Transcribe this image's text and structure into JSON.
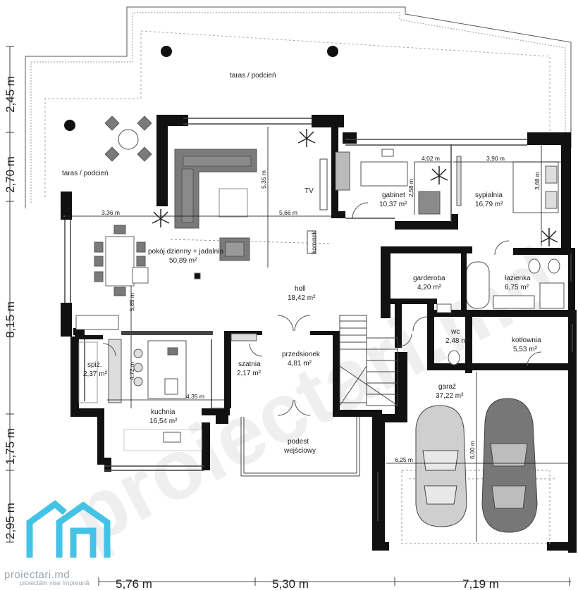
{
  "rooms": {
    "taras_top": {
      "name": "taras / podcień"
    },
    "taras_left": {
      "name": "taras / podcień"
    },
    "pokoj": {
      "name": "pokój dzienny + jadalnia",
      "area": "50,89 m²"
    },
    "gabinet": {
      "name": "gabinet",
      "area": "10,37 m²"
    },
    "sypialnia": {
      "name": "sypialnia",
      "area": "16,79 m²"
    },
    "garderoba": {
      "name": "garderoba",
      "area": "4,20 m²"
    },
    "lazienka": {
      "name": "łazienka",
      "area": "6,75 m²"
    },
    "holl": {
      "name": "holl",
      "area": "18,42 m²"
    },
    "wc": {
      "name": "wc",
      "area": "2,48 m²"
    },
    "kotlownia": {
      "name": "kotłownia",
      "area": "5,53 m²"
    },
    "spiz": {
      "name": "spiż.",
      "area": "2,37 m²"
    },
    "szatnia": {
      "name": "szatnia",
      "area": "2,17 m²"
    },
    "przedsionek": {
      "name": "przedsionek",
      "area": "4,81 m²"
    },
    "kuchnia": {
      "name": "kuchnia",
      "area": "16,54 m²"
    },
    "garaz": {
      "name": "garaż",
      "area": "37,22 m²"
    },
    "podest": {
      "name": "podest",
      "name2": "wejściowy"
    }
  },
  "labels": {
    "tv": "TV",
    "kominek": "kominek"
  },
  "dimensions": {
    "d336": "3,36 m",
    "d566": "5,66 m",
    "d535": "5,35 m",
    "d402": "4,02 m",
    "d258": "2,58 m",
    "d390": "3,90 m",
    "d368": "3,68 m",
    "d585": "5,85 m",
    "d472": "4,72 m",
    "d435": "4,35 m",
    "d625": "6,25 m",
    "d600": "6,00 m"
  },
  "side_dimensions": [
    "2,45 m",
    "2,70 m",
    "8,15 m",
    "1,75 m",
    "2,95 m"
  ],
  "bottom_dimensions": [
    "5,76 m",
    "5,30 m",
    "7,19 m"
  ],
  "watermark": "proiectari.md",
  "brand": {
    "name": "proiectari.md",
    "slogan": "proiectăm vise împreună"
  },
  "colors": {
    "wall": "#111111",
    "furniture": "#7a7a7a",
    "logo": "#45c3e6",
    "dashed": "#999999"
  }
}
